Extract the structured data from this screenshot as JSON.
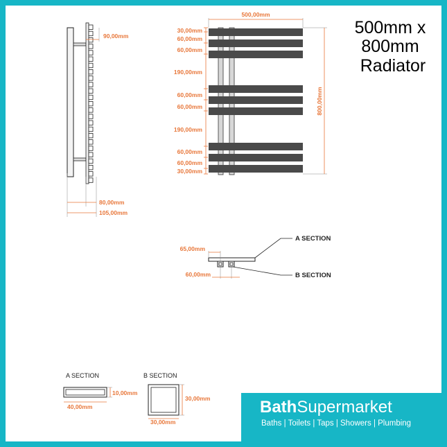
{
  "title": {
    "line1": "500mm x",
    "line2": "800mm",
    "line3": "Radiator"
  },
  "side_view": {
    "depth_top": "90,00mm",
    "depth_inner": "80,00mm",
    "depth_total": "105,00mm"
  },
  "front_view": {
    "width": "500,00mm",
    "height": "800,00mm",
    "spacing": [
      "30,00mm",
      "60,00mm",
      "60,00mm",
      "190,00mm",
      "60,00mm",
      "60,00mm",
      "190,00mm",
      "60,00mm",
      "60,00mm",
      "30,00mm"
    ]
  },
  "plan_view": {
    "offset": "65,00mm",
    "pipe_centres": "60,00mm",
    "a_label": "A SECTION",
    "b_label": "B SECTION"
  },
  "sections": {
    "a_title": "A SECTION",
    "a_height": "10,00mm",
    "a_width": "40,00mm",
    "b_title": "B SECTION",
    "b_height": "30,00mm",
    "b_width": "30,00mm"
  },
  "logo": {
    "name_bold": "Bath",
    "name_rest": "Supermarket",
    "tagline": "Baths | Toilets | Taps | Showers | Plumbing"
  },
  "colors": {
    "border": "#17b6c6",
    "dimension": "#e8773a",
    "bar": "#4a4a4a"
  }
}
